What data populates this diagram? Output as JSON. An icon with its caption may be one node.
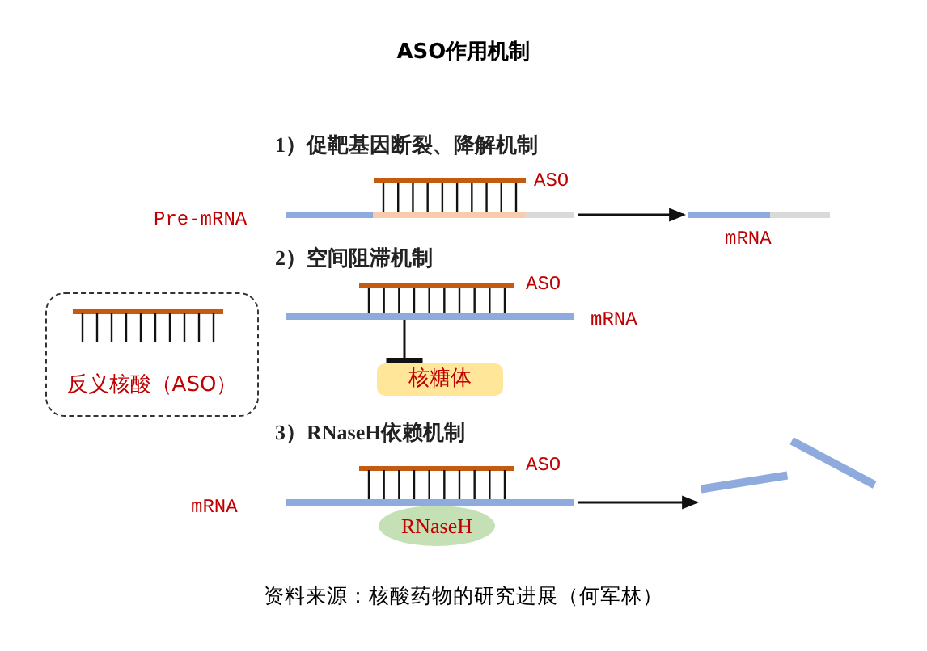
{
  "diagram": {
    "title": "ASO作用机制",
    "caption": "资料来源：核酸药物的研究进展（何军林）",
    "nodes": [
      {
        "text": [
          "反义核酸（ASO）"
        ]
      },
      {
        "text": [],
        "shape": "bar",
        "beside": [
          "Pre-mRNA"
        ]
      },
      {
        "text": [],
        "shape": "bar",
        "beside": [
          "mRNA"
        ]
      },
      {
        "text": [],
        "shape": "bar",
        "beside": [
          "mRNA"
        ]
      },
      {
        "text": [
          "核糖体"
        ]
      },
      {
        "text": [],
        "shape": "bar",
        "beside": [
          "mRNA"
        ]
      },
      {
        "text": [
          "RNaseH"
        ]
      },
      {
        "text": [],
        "shape": "bar"
      },
      {
        "text": [],
        "shape": "bar"
      }
    ],
    "edges": [
      {
        "from": 1,
        "to": 2,
        "arrow": "to"
      },
      {
        "from": 3,
        "to": 4,
        "arrow": "other"
      },
      {
        "from": 5,
        "to": 7,
        "arrow": "to"
      }
    ],
    "labels": [
      "1）促靶基因断裂、降解机制",
      "ASO",
      "2）空间阻滞机制",
      "ASO",
      "3）RNaseH依赖机制",
      "ASO"
    ]
  }
}
